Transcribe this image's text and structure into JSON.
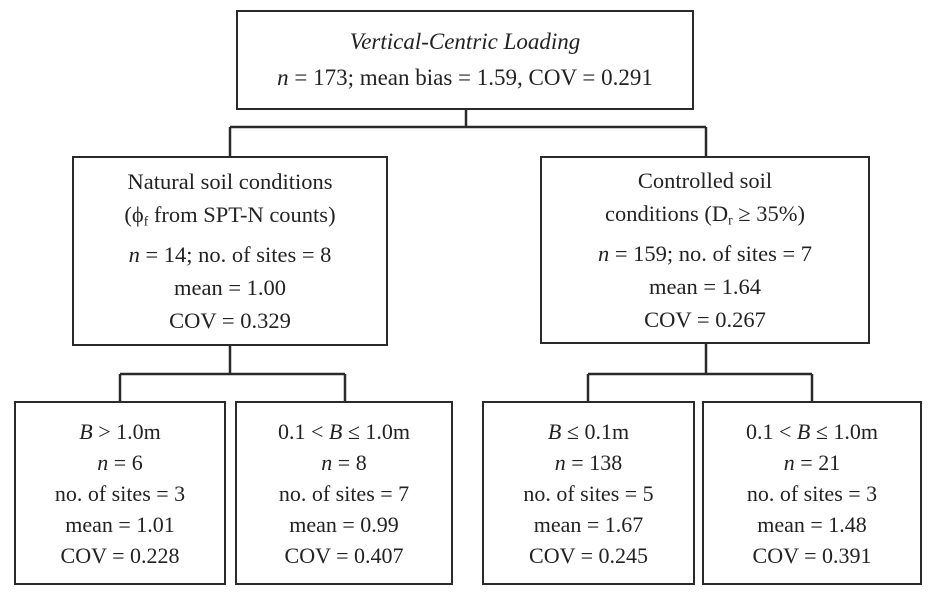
{
  "root": {
    "lines": [
      [
        {
          "t": "Vertical-Centric Loading",
          "i": true
        }
      ],
      [
        {
          "t": "n",
          "i": true
        },
        {
          "t": " = 173; mean bias = 1.59, COV = 0.291"
        }
      ]
    ]
  },
  "natural": {
    "lines": [
      [
        {
          "t": "Natural soil conditions"
        }
      ],
      [
        {
          "t": "(ϕ"
        },
        {
          "t": "f",
          "sub": true
        },
        {
          "t": " from SPT-N counts)"
        }
      ],
      [
        {
          "t": "n",
          "i": true
        },
        {
          "t": " = 14; no. of sites = 8"
        }
      ],
      [
        {
          "t": "mean = 1.00"
        }
      ],
      [
        {
          "t": "COV = 0.329"
        }
      ]
    ]
  },
  "controlled": {
    "lines": [
      [
        {
          "t": "Controlled soil"
        }
      ],
      [
        {
          "t": "conditions (D"
        },
        {
          "t": "r",
          "sub": true
        },
        {
          "t": " ≥ 35%)"
        }
      ],
      [
        {
          "t": "n",
          "i": true
        },
        {
          "t": " = 159; no. of sites = 7"
        }
      ],
      [
        {
          "t": "mean = 1.64"
        }
      ],
      [
        {
          "t": "COV = 0.267"
        }
      ]
    ]
  },
  "leaves": [
    {
      "lines": [
        [
          {
            "t": "B",
            "i": true
          },
          {
            "t": " > 1.0m"
          }
        ],
        [
          {
            "t": "n",
            "i": true
          },
          {
            "t": " = 6"
          }
        ],
        [
          {
            "t": "no. of sites = 3"
          }
        ],
        [
          {
            "t": "mean = 1.01"
          }
        ],
        [
          {
            "t": "COV = 0.228"
          }
        ]
      ]
    },
    {
      "lines": [
        [
          {
            "t": "0.1 < "
          },
          {
            "t": "B",
            "i": true
          },
          {
            "t": " ≤ 1.0m"
          }
        ],
        [
          {
            "t": "n",
            "i": true
          },
          {
            "t": " = 8"
          }
        ],
        [
          {
            "t": "no. of sites = 7"
          }
        ],
        [
          {
            "t": "mean = 0.99"
          }
        ],
        [
          {
            "t": "COV = 0.407"
          }
        ]
      ]
    },
    {
      "lines": [
        [
          {
            "t": "B",
            "i": true
          },
          {
            "t": " ≤ 0.1m"
          }
        ],
        [
          {
            "t": "n",
            "i": true
          },
          {
            "t": " = 138"
          }
        ],
        [
          {
            "t": "no. of sites = 5"
          }
        ],
        [
          {
            "t": "mean = 1.67"
          }
        ],
        [
          {
            "t": "COV = 0.245"
          }
        ]
      ]
    },
    {
      "lines": [
        [
          {
            "t": "0.1 < "
          },
          {
            "t": "B",
            "i": true
          },
          {
            "t": " ≤ 1.0m"
          }
        ],
        [
          {
            "t": "n",
            "i": true
          },
          {
            "t": " = 21"
          }
        ],
        [
          {
            "t": "no. of sites = 3"
          }
        ],
        [
          {
            "t": "mean = 1.48"
          }
        ],
        [
          {
            "t": "COV = 0.391"
          }
        ]
      ]
    }
  ]
}
